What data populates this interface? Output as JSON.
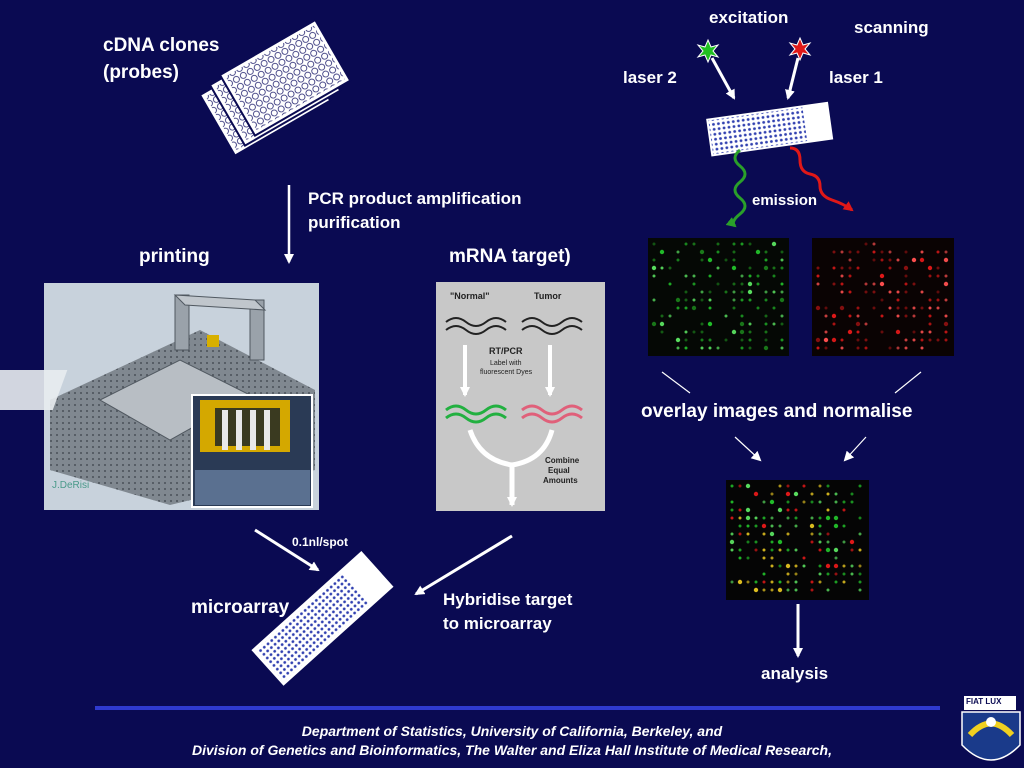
{
  "labels": {
    "cdna_line1": "cDNA clones",
    "cdna_line2": "(probes)",
    "pcr_line1": "PCR product amplification",
    "pcr_line2": "purification",
    "printing": "printing",
    "mrna_target": "mRNA target)",
    "excitation": "excitation",
    "scanning": "scanning",
    "laser2": "laser 2",
    "laser1": "laser 1",
    "emission": "emission",
    "overlay": "overlay images and normalise",
    "analysis": "analysis",
    "spot_volume": "0.1nl/spot",
    "microarray": "microarray",
    "hybridise_line1": "Hybridise target",
    "hybridise_line2": "to microarray"
  },
  "images": {
    "printer_credit": "J.DeRisi",
    "rt_normal": "\"Normal\"",
    "rt_tumor": "Tumor",
    "rt_pcr": "RT/PCR",
    "rt_label_line1": "Label with",
    "rt_label_line2": "fluorescent Dyes",
    "rt_combine_line1": "Combine",
    "rt_combine_line2": "Equal",
    "rt_combine_line3": "Amounts"
  },
  "footer": {
    "line1": "Department of Statistics, University of California, Berkeley,  and",
    "line2": "Division of Genetics and Bioinformatics, The Walter and Eliza Hall Institute of Medical Research,"
  },
  "logo": {
    "motto": "FIAT LUX"
  },
  "colors": {
    "background": "#0a0a52",
    "green_dye": "#22c02a",
    "red_dye": "#e01818",
    "footer_rule": "#2f3ad0"
  }
}
